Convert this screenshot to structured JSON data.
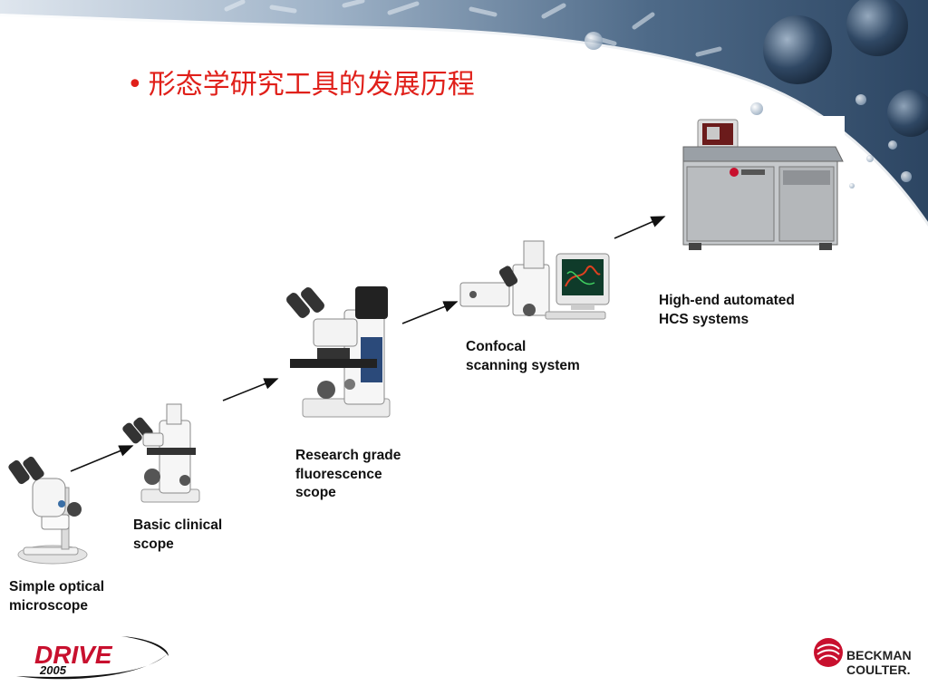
{
  "slide": {
    "title": "形态学研究工具的发展历程",
    "bullet": "•"
  },
  "stages": [
    {
      "line1": "Simple optical",
      "line2": "microscope",
      "icon": "stereo-microscope-icon"
    },
    {
      "line1": "Basic clinical",
      "line2": "scope",
      "icon": "inverted-microscope-icon"
    },
    {
      "line1": "Research grade",
      "line2": "fluorescence",
      "line3": "scope",
      "icon": "fluorescence-microscope-icon"
    },
    {
      "line1": "Confocal",
      "line2": "scanning system",
      "icon": "confocal-system-icon"
    },
    {
      "line1": "High-end automated",
      "line2": "HCS systems",
      "icon": "hcs-instrument-icon"
    }
  ],
  "footer": {
    "event_logo": {
      "word": "DRIVE",
      "year": "2005"
    },
    "company_logo": {
      "line1": "BECKMAN",
      "line2": "COULTER."
    }
  },
  "colors": {
    "title": "#e0201a",
    "brand_red": "#c8102e",
    "header_blue": "#3a5676"
  }
}
